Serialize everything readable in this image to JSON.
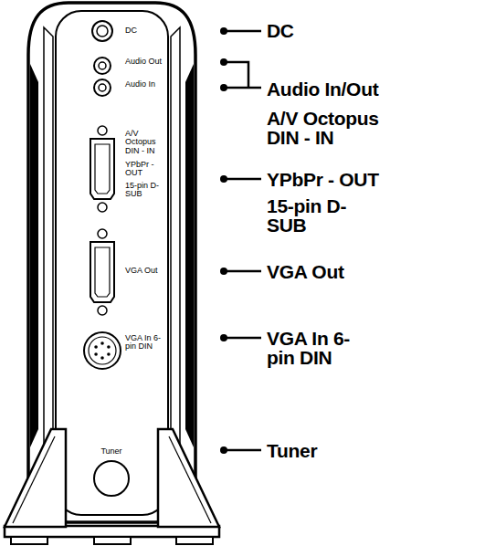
{
  "diagram": {
    "labels": [
      "DC",
      "Audio Out",
      "Audio In",
      "A/V Octopus DIN - IN",
      "YPbPr - OUT",
      "15-pin D-SUB",
      "VGA Out",
      "VGA In 6-pin DIN",
      "Tuner",
      "DC",
      "Audio In/Out",
      "A/V Octopus DIN - IN",
      "YPbPr - OUT",
      "15-pin D-SUB",
      "VGA Out",
      "VGA In 6-pin DIN",
      "Tuner"
    ]
  }
}
